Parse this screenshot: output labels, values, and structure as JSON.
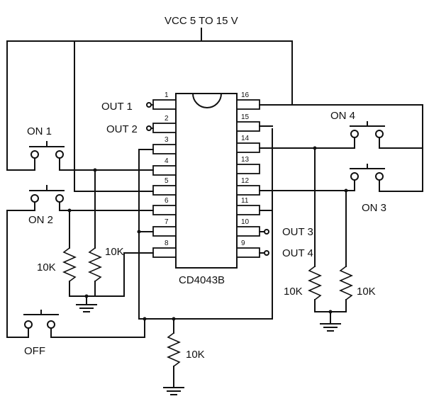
{
  "supply_label": "VCC  5 TO 15 V",
  "ic_part": "CD4043B",
  "pins": {
    "p1": "1",
    "p2": "2",
    "p3": "3",
    "p4": "4",
    "p5": "5",
    "p6": "6",
    "p7": "7",
    "p8": "8",
    "p9": "9",
    "p10": "10",
    "p11": "11",
    "p12": "12",
    "p13": "13",
    "p14": "14",
    "p15": "15",
    "p16": "16"
  },
  "outputs": {
    "out1": "OUT 1",
    "out2": "OUT 2",
    "out3": "OUT 3",
    "out4": "OUT 4"
  },
  "switches": {
    "on1": "ON 1",
    "on2": "ON 2",
    "on3": "ON 3",
    "on4": "ON 4",
    "off": "OFF"
  },
  "resistors": {
    "r_left_a": "10K",
    "r_left_b": "10K",
    "r_right_a": "10K",
    "r_right_b": "10K",
    "r_bottom": "10K"
  }
}
